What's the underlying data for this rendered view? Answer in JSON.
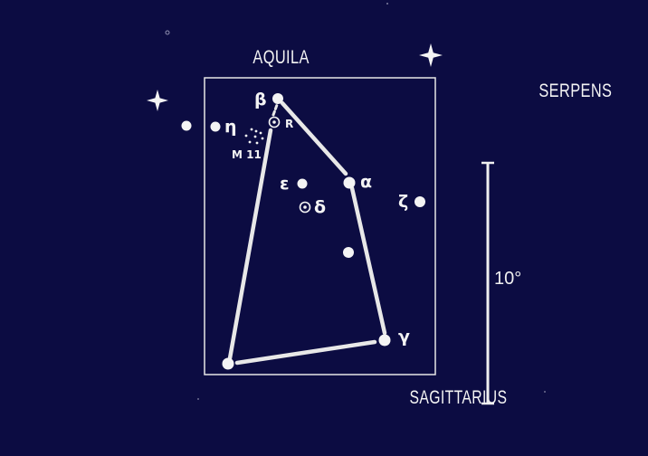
{
  "constellations": {
    "aquila": "AQUILA",
    "serpens": "SERPENS",
    "sagittarius": "SAGITTARIUS"
  },
  "stars": {
    "beta": "β",
    "alpha": "α",
    "gamma": "γ",
    "epsilon": "ε",
    "delta": "δ",
    "zeta": "ζ",
    "eta": "η",
    "r": "R"
  },
  "cluster": {
    "label": "M 11"
  },
  "scale": {
    "label": "10°"
  },
  "colors": {
    "background": "#0c0c42",
    "foreground": "#f4f4f4"
  }
}
